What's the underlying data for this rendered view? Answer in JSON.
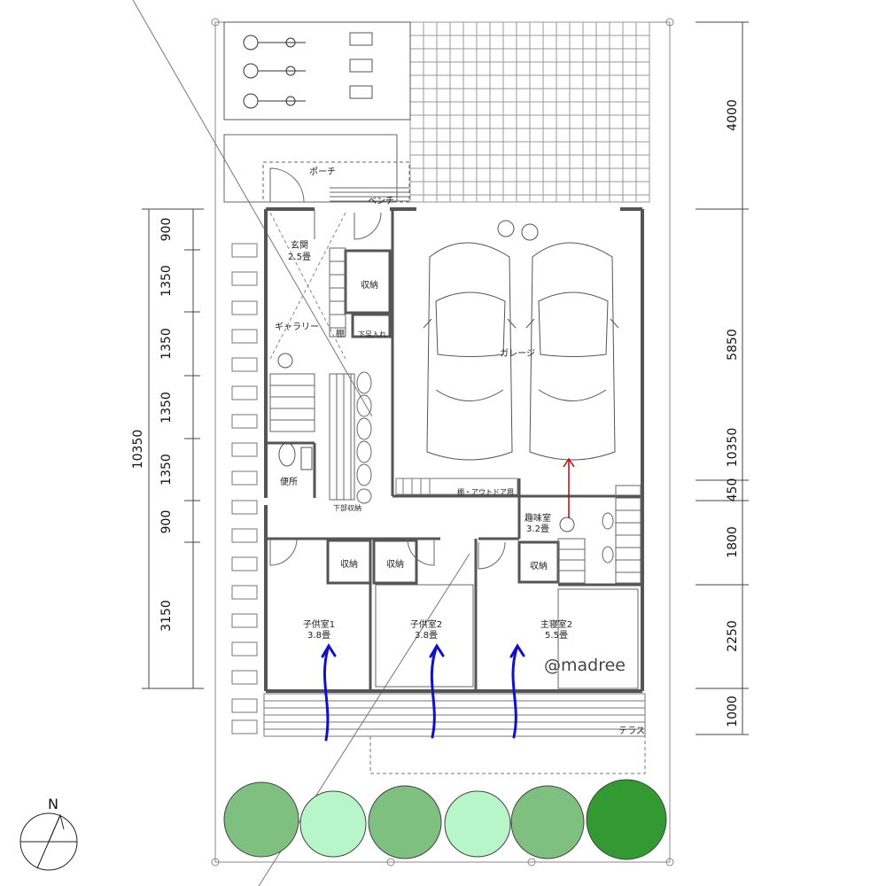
{
  "rooms": {
    "porch": "ポーチ",
    "bench": "ベンチ",
    "entrance": "玄関",
    "entrance_size": "2.5畳",
    "storage": "収納",
    "shoe_storage": "下足入れ",
    "gallery": "ギャラリー",
    "shelf": "棚",
    "garage": "ガレージ",
    "toilet": "便所",
    "lower_storage": "下部収納",
    "outdoor_shelf": "棚・アウトドア用",
    "hobby": "趣味室",
    "hobby_size": "3.2畳",
    "child1": "子供室1",
    "child1_size": "3.8畳",
    "child2": "子供室2",
    "child2_size": "3.8畳",
    "master": "主寝室2",
    "master_size": "5.5畳",
    "terrace": "テラス"
  },
  "dimensions": {
    "left": [
      "900",
      "1350",
      "1350",
      "1350",
      "1350",
      "900",
      "3150"
    ],
    "left_total": "10350",
    "right": [
      "4000",
      "5850",
      "450",
      "1800",
      "2250",
      "1000"
    ],
    "right_total": "10350"
  },
  "compass_label": "N",
  "watermark": "@madree",
  "colors": {
    "wall": "#555555",
    "tree_dark": "#339933",
    "tree_mid": "#7fbf7f",
    "tree_light": "#b8f5c8",
    "red_arrow": "#cc0000",
    "blue_arrow": "#1010cc"
  }
}
